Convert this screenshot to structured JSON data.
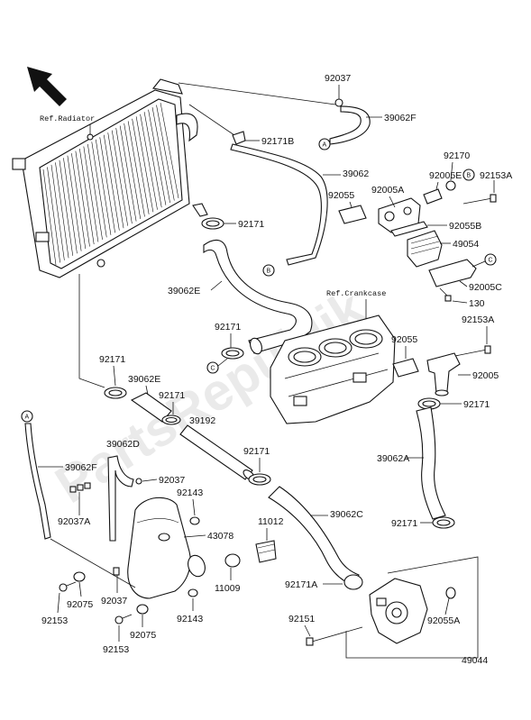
{
  "watermark": "PartsRepublik",
  "references": {
    "radiator": "Ref.Radiator",
    "crankcase": "Ref.Crankcase"
  },
  "markers": {
    "a": "A",
    "b": "B",
    "c": "C"
  },
  "labels": {
    "p92037_top": "92037",
    "p39062F_top": "39062F",
    "p92171B": "92171B",
    "p39062": "39062",
    "p92171_rad": "92171",
    "p92170": "92170",
    "p92005E": "92005E",
    "p92153A_top": "92153A",
    "p92055_top": "92055",
    "p92005A": "92005A",
    "p92055B": "92055B",
    "p49054": "49054",
    "p92005C": "92005C",
    "p130": "130",
    "p39062E_top": "39062E",
    "p92153A_mid": "92153A",
    "p92171_left": "92171",
    "p92055_mid": "92055",
    "p92005": "92005",
    "p92171_lower": "92171",
    "p39062E_mid": "39062E",
    "p92171_a": "92171",
    "p92171_b": "92171",
    "p39192": "39192",
    "p92171_right": "92171",
    "p39062D": "39062D",
    "p39062F_left": "39062F",
    "p92037_mid": "92037",
    "p92143_top": "92143",
    "p39062A": "39062A",
    "p92171_c": "92171",
    "p92037A": "92037A",
    "p43078": "43078",
    "p39062C": "39062C",
    "p11012": "11012",
    "p92075_top": "92075",
    "p92037_bottom": "92037",
    "p11009": "11009",
    "p92171A": "92171A",
    "p92153_left": "92153",
    "p92143_bottom": "92143",
    "p92151": "92151",
    "p92055A": "92055A",
    "p92075_bottom": "92075",
    "p92153_bottom": "92153",
    "p49044": "49044"
  },
  "icons": {
    "direction_arrow": "front-direction-arrow-icon"
  }
}
